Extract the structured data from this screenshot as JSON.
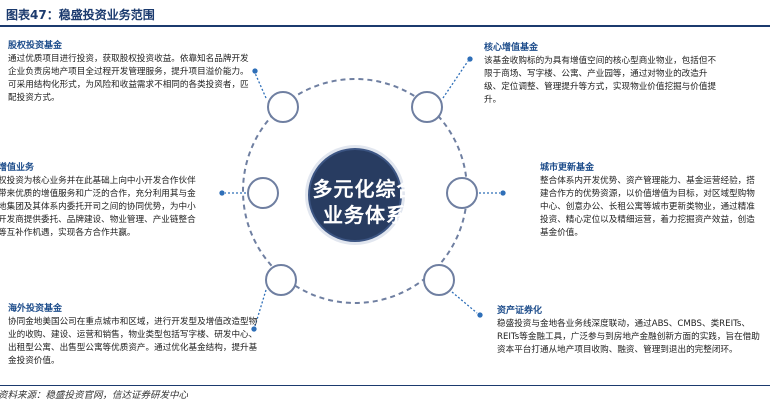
{
  "header": {
    "title": "图表47：稳盛投资业务范围"
  },
  "center": {
    "line1": "多元化综合",
    "line2": "业务体系"
  },
  "blocks": {
    "equity": {
      "title": "股权投资基金",
      "text": "通过优质项目进行投资，获取股权投资收益。依靠知名品牌开发企业负责房地产项目全过程开发管理服务，提升项目溢价能力。可采用结构化形式，为风险和收益需求不相同的各类投资者，匹配投资方式。"
    },
    "value_add": {
      "title": "增值业务",
      "text": "权投资为核心业务并在此基础上向中小开发合作伙伴带来优质的增值服务和广泛的合作，充分利用其与金地集团及其体系内委托开司之间的协同优势，为中小开发商提供委托、品牌建设、物业管理、产业链整合等互补作机遇，实现各方合作共赢。"
    },
    "overseas": {
      "title": "海外投资基金",
      "text": "协同金地美国公司在重点城市和区域，进行开发型及增值改造型物业的收购、建设、运营和销售，物业类型包括写字楼、研发中心、出租型公寓、出售型公寓等优质资产。通过优化基金结构，提升基金投资价值。"
    },
    "core": {
      "title": "核心增值基金",
      "text": "该基金收购标的为具有增值空间的核心型商业物业，包括但不限于商场、写字楼、公寓、产业园等，通过对物业的改造升级、定位调整、管理提升等方式，实现物业价值挖掘与价值提升。"
    },
    "urban": {
      "title": "城市更新基金",
      "text": "整合体系内开发优势、资产管理能力、基金运营经验，搭建合作方的优势资源，以价值增值为目标，对区域型购物中心、创意办公、长租公寓等城市更新类物业，通过精准投资、精心定位以及精细运营，着力挖掘资产效益，创造基金价值。"
    },
    "securitization": {
      "title": "资产证券化",
      "text": "稳盛投资与金地各业务线深度联动，通过ABS、CMBS、类REITs、REITs等金融工具，广泛参与到房地产金融创新方面的实践，旨在借助资本平台打通从地产项目收购、融资、管理到退出的完整闭环。"
    }
  },
  "source": {
    "text": "资料来源：稳盛投资官网，信达证券研发中心"
  },
  "colors": {
    "accent": "#1b3a6e",
    "ring": "#6f7fa1",
    "center_fill": "#283c61",
    "node_fill": "#ffffff",
    "connector": "#2f6fb8"
  }
}
